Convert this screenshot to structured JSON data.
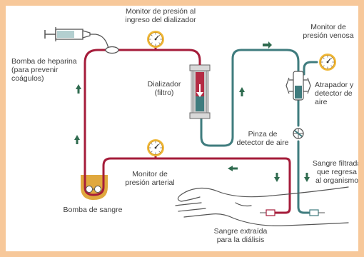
{
  "labels": {
    "heparin_pump": "Bomba de heparina\n(para prevenir\ncoágulos)",
    "inlet_pressure": "Monitor de presión al\ningreso del dializador",
    "venous_pressure": "Monitor de\npresión venosa",
    "dialyzer": "Dializador\n(filtro)",
    "air_trap": "Atrapador y\ndetector de aire",
    "air_clamp": "Pinza de\ndetector de aire",
    "arterial_pressure": "Monitor de\npresión arterial",
    "filtered_blood": "Sangre filtrada\nque regresa\nal organismo",
    "blood_pump": "Bomba de sangre",
    "drawn_blood": "Sangre extraída\npara la diálisis"
  },
  "colors": {
    "arterial_line": "#a51c3a",
    "venous_line": "#3f7c7e",
    "pump_yellow": "#e0a83e",
    "gauge_yellow": "#f0b93a",
    "arrow_dark": "#2f6b4f",
    "frame": "#f7c89a"
  }
}
